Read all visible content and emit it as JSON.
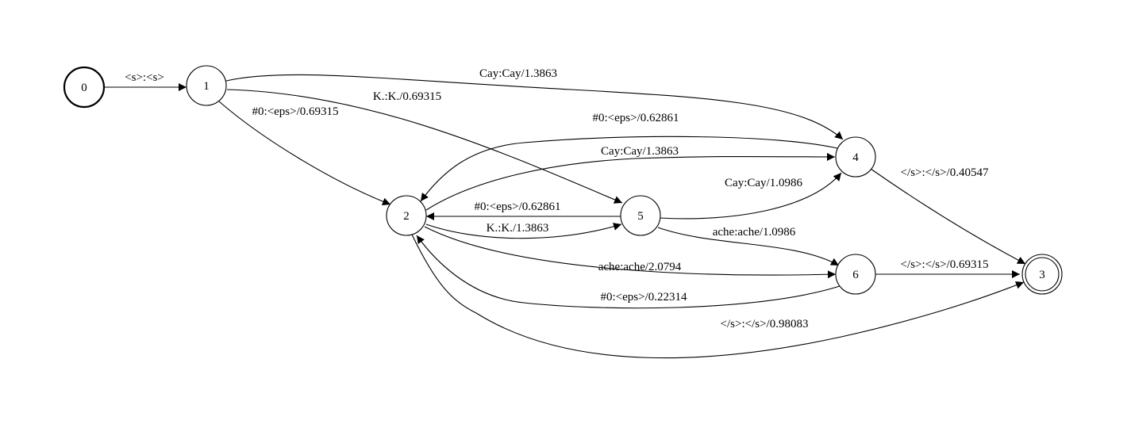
{
  "states": [
    {
      "id": "0",
      "label": "0",
      "start": true,
      "final": false
    },
    {
      "id": "1",
      "label": "1",
      "start": false,
      "final": false
    },
    {
      "id": "2",
      "label": "2",
      "start": false,
      "final": false
    },
    {
      "id": "3",
      "label": "3",
      "start": false,
      "final": true
    },
    {
      "id": "4",
      "label": "4",
      "start": false,
      "final": false
    },
    {
      "id": "5",
      "label": "5",
      "start": false,
      "final": false
    },
    {
      "id": "6",
      "label": "6",
      "start": false,
      "final": false
    }
  ],
  "transitions": [
    {
      "from": "0",
      "to": "1",
      "label": "<s>:<s>"
    },
    {
      "from": "1",
      "to": "4",
      "label": "Cay:Cay/1.3863"
    },
    {
      "from": "1",
      "to": "5",
      "label": "K.:K./0.69315"
    },
    {
      "from": "1",
      "to": "2",
      "label": "#0:<eps>/0.69315"
    },
    {
      "from": "4",
      "to": "2",
      "label": "#0:<eps>/0.62861"
    },
    {
      "from": "2",
      "to": "4",
      "label": "Cay:Cay/1.3863"
    },
    {
      "from": "5",
      "to": "4",
      "label": "Cay:Cay/1.0986"
    },
    {
      "from": "5",
      "to": "2",
      "label": "#0:<eps>/0.62861"
    },
    {
      "from": "2",
      "to": "5",
      "label": "K.:K./1.3863"
    },
    {
      "from": "5",
      "to": "6",
      "label": "ache:ache/1.0986"
    },
    {
      "from": "2",
      "to": "6",
      "label": "ache:ache/2.0794"
    },
    {
      "from": "6",
      "to": "2",
      "label": "#0:<eps>/0.22314"
    },
    {
      "from": "2",
      "to": "3",
      "label": "</s>:</s>/0.98083"
    },
    {
      "from": "4",
      "to": "3",
      "label": "</s>:</s>/0.40547"
    },
    {
      "from": "6",
      "to": "3",
      "label": "</s>:</s>/0.69315"
    }
  ]
}
